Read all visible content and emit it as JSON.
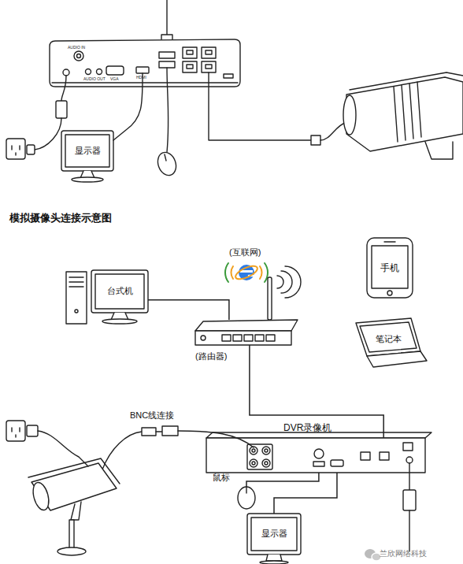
{
  "diagram": {
    "title": "模拟摄像头连接示意图",
    "nodes": [
      {
        "text": [
          "显示器"
        ]
      },
      {
        "text": [
          "(互联网)"
        ]
      },
      {
        "text": [
          "手机"
        ]
      },
      {
        "text": [
          "台式机"
        ]
      },
      {
        "text": [
          "笔记本"
        ]
      },
      {
        "text": [
          "(路由器)"
        ]
      },
      {
        "text": [
          "DVR录像机"
        ]
      },
      {
        "text": [
          "鼠标"
        ]
      },
      {
        "text": [
          "显示器"
        ]
      }
    ],
    "edges": [
      {
        "from": 3,
        "to": 5,
        "arrow": "none"
      },
      {
        "from": 5,
        "to": 6,
        "arrow": "none"
      },
      {
        "from": 6,
        "to": 7,
        "arrow": "none"
      },
      {
        "from": 6,
        "to": 8,
        "arrow": "none"
      }
    ],
    "labels": [
      "AUDIO IN",
      "AUDIO OUT",
      "VGA",
      "HDMI",
      "BNC线连接",
      "兰欣网络科技"
    ]
  }
}
